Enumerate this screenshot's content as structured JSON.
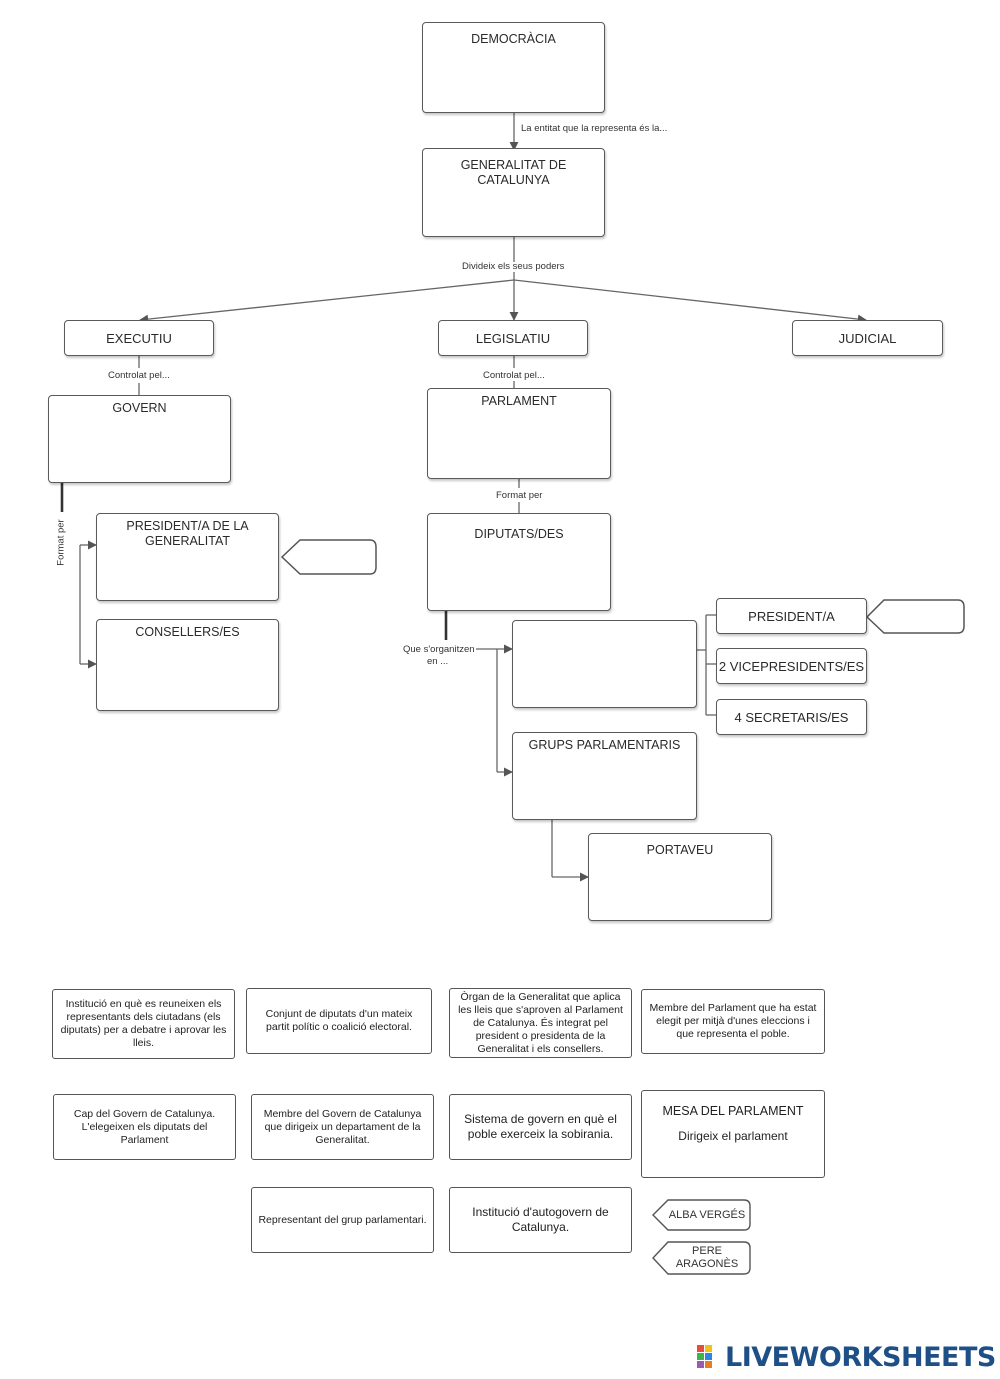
{
  "nodes": {
    "democracia": "DEMOCRÀCIA",
    "generalitat": "GENERALITAT DE CATALUNYA",
    "executiu": "EXECUTIU",
    "legislatiu": "LEGISLATIU",
    "judicial": "JUDICIAL",
    "govern": "GOVERN",
    "parlament": "PARLAMENT",
    "president_generalitat": "PRESIDENT/A DE LA GENERALITAT",
    "consellers": "CONSELLERS/ES",
    "diputats": "DIPUTATS/DES",
    "blank_organ": "",
    "president_parlament": "PRESIDENT/A",
    "vicepresidents": "2 VICEPRESIDENTS/ES",
    "secretaris": "4 SECRETARIS/ES",
    "grups": "GRUPS PARLAMENTARIS",
    "portaveu": "PORTAVEU"
  },
  "edge_labels": {
    "entitat": "La entitat que la representa és la...",
    "divideix": "Divideix els seus poders",
    "controlat_executiu": "Controlat pel...",
    "controlat_legislatiu": "Controlat pel...",
    "format_per_govern": "Format per",
    "format_per_parlament": "Format per",
    "organitzen_1": "Que s'organitzen",
    "organitzen_2": "en ..."
  },
  "cards": [
    "Institució en què es reuneixen els representants dels ciutadans (els diputats)  per a debatre i aprovar les lleis.",
    "Conjunt de diputats d'un mateix partit polític o coalició electoral.",
    "Òrgan de la Generalitat que aplica les lleis que s'aproven al Parlament de Catalunya. És integrat pel president o presidenta de la Generalitat i els consellers.",
    "Membre del Parlament que ha estat elegit per mitjà d'unes eleccions i  que representa el poble.",
    "Cap del Govern de Catalunya. L'elegeixen els  diputats del Parlament",
    "Membre del Govern de Catalunya que dirigeix un departament de  la Generalitat.",
    "Sistema de govern en què el poble exerceix la sobirania.",
    "Representant del grup parlamentari.",
    "Institució d'autogovern de Catalunya."
  ],
  "mesa": {
    "title": "MESA DEL PARLAMENT",
    "desc": "Dirigeix el parlament"
  },
  "tags": [
    "ALBA VERGÉS",
    "PERE ARAGONÈS"
  ],
  "branding": {
    "logo_text": "LIVEWORKSHEETS",
    "accent": "#1e4f86"
  }
}
